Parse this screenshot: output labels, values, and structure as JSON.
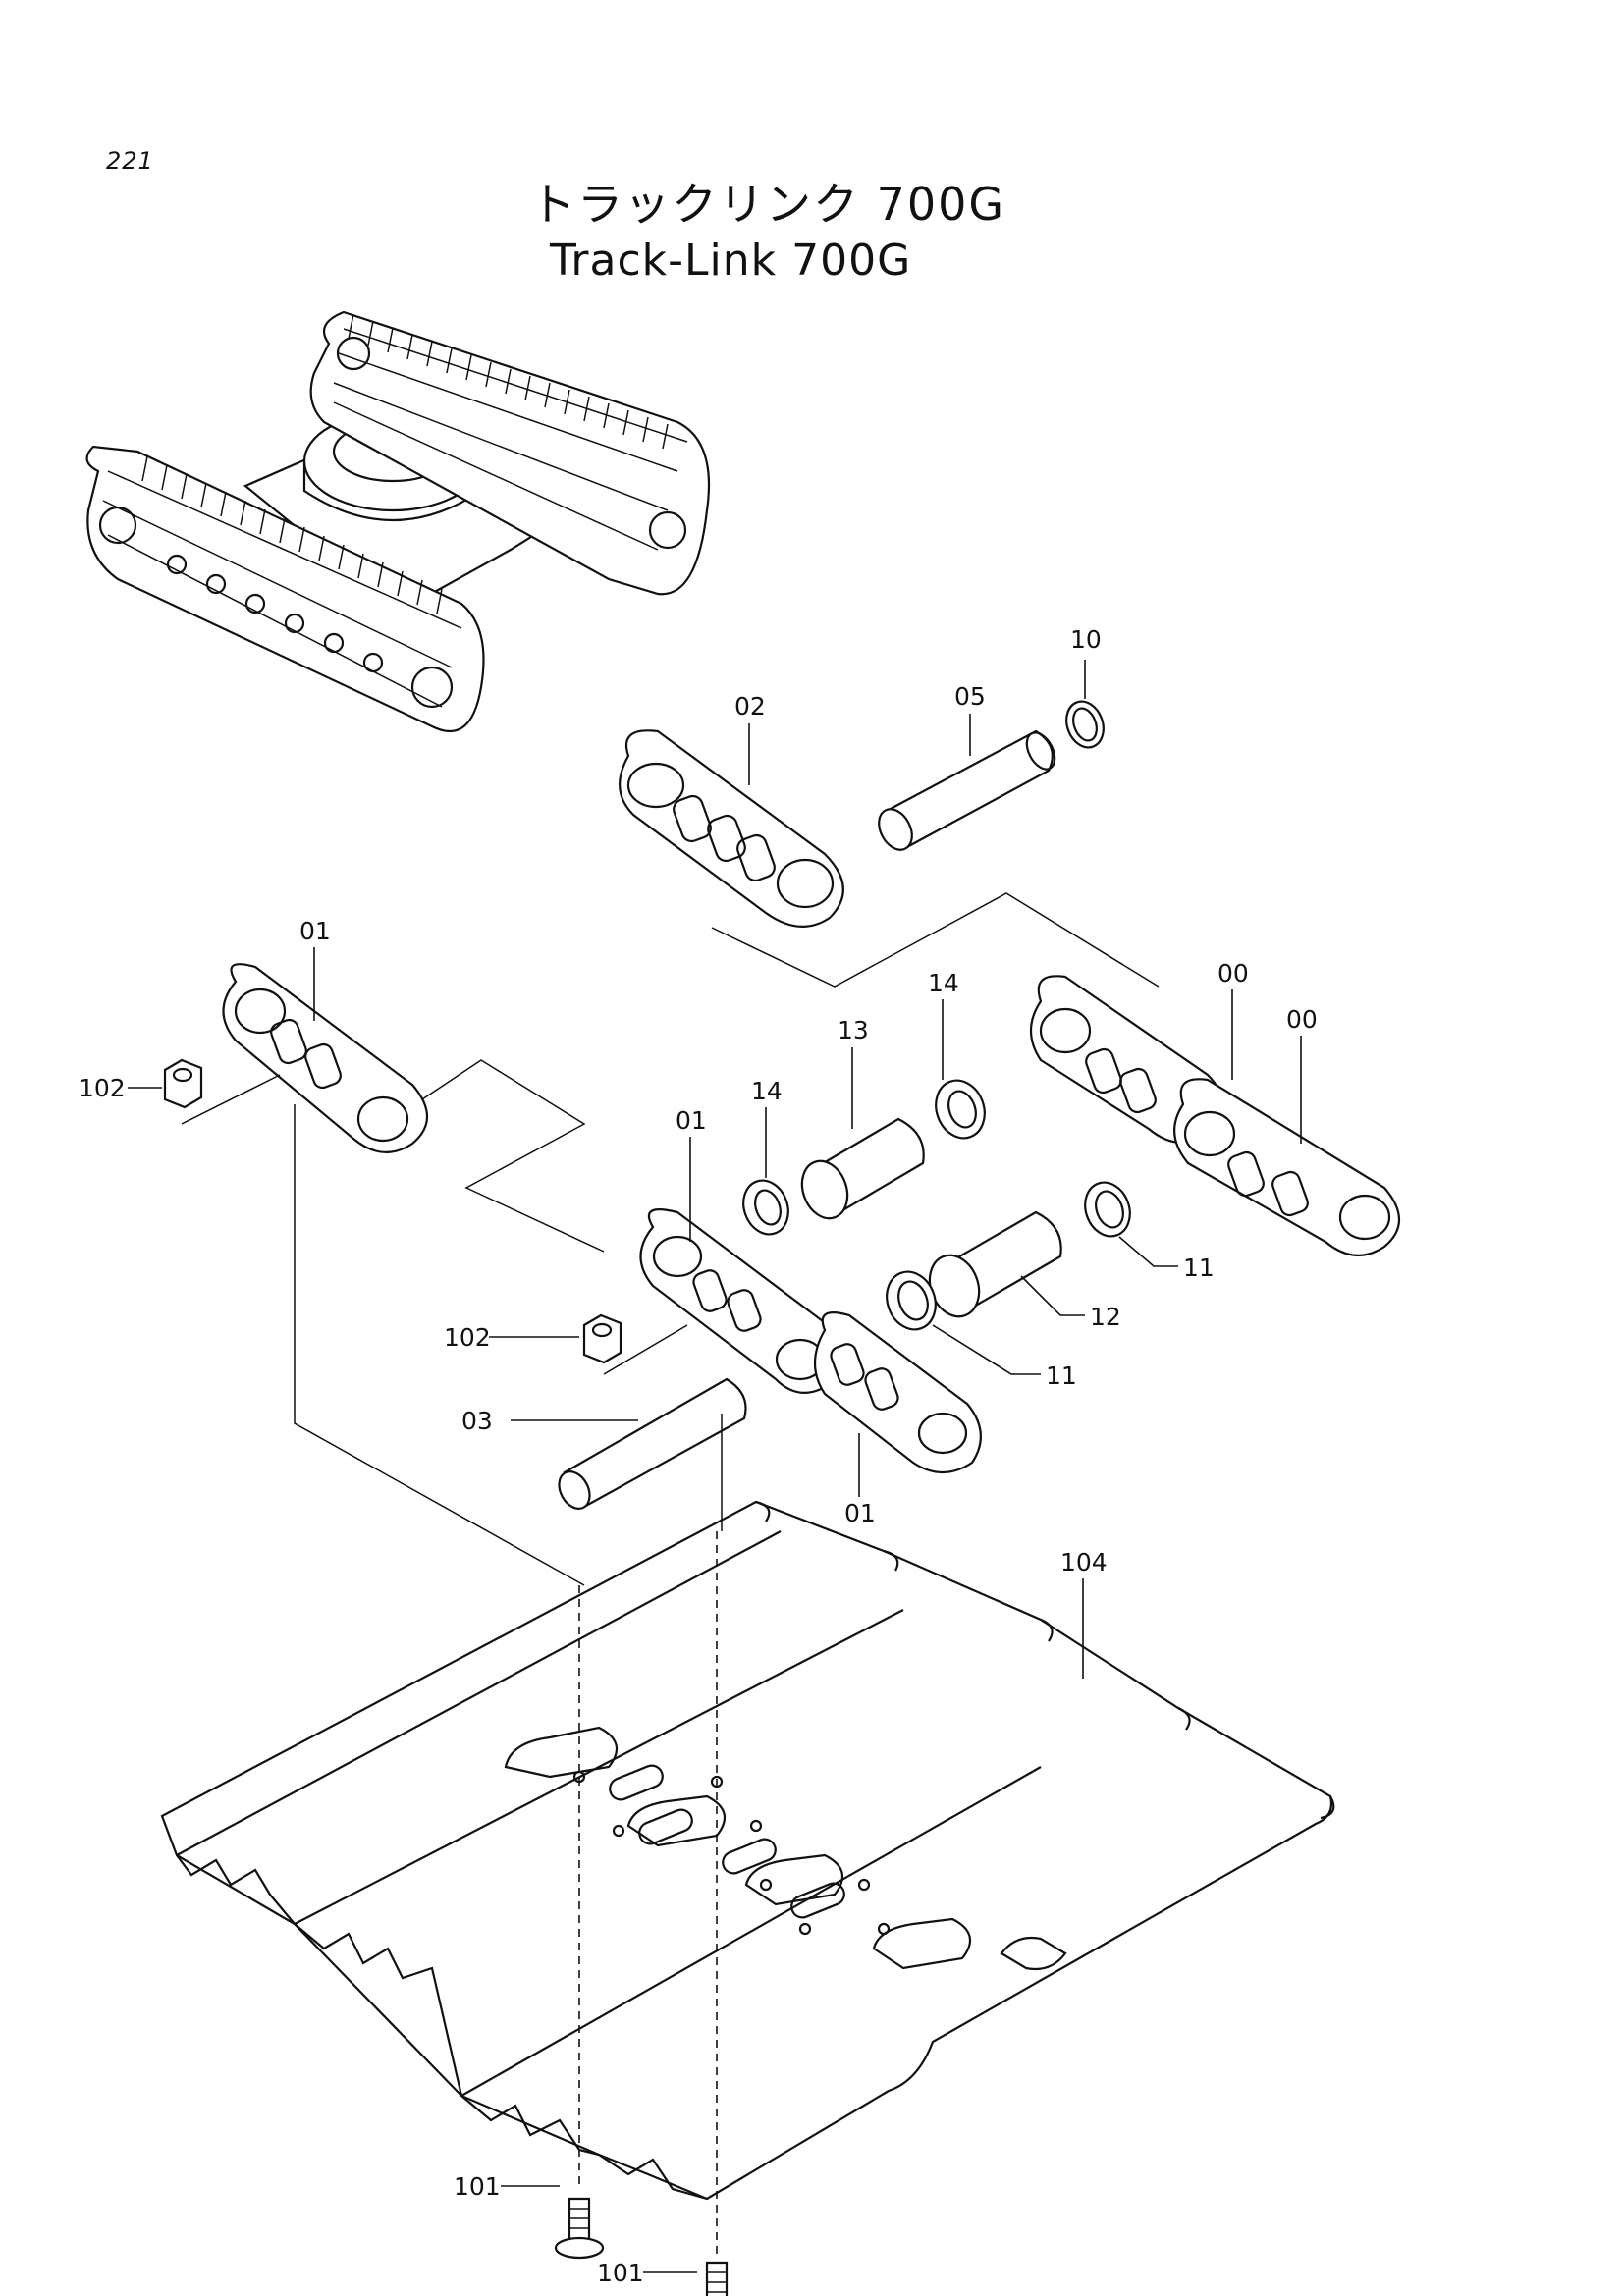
{
  "page_number": "221",
  "title_ja": "トラックリンク 700G",
  "title_en": "Track-Link 700G",
  "callouts": {
    "c10": "10",
    "c05": "05",
    "c02": "02",
    "c01_a": "01",
    "c00_a": "00",
    "c00_b": "00",
    "c14_a": "14",
    "c13": "13",
    "c14_b": "14",
    "c01_b": "01",
    "c102_a": "102",
    "c102_b": "102",
    "c11_a": "11",
    "c12": "12",
    "c11_b": "11",
    "c03": "03",
    "c01_c": "01",
    "c104": "104",
    "c101_a": "101",
    "c101_b": "101"
  }
}
